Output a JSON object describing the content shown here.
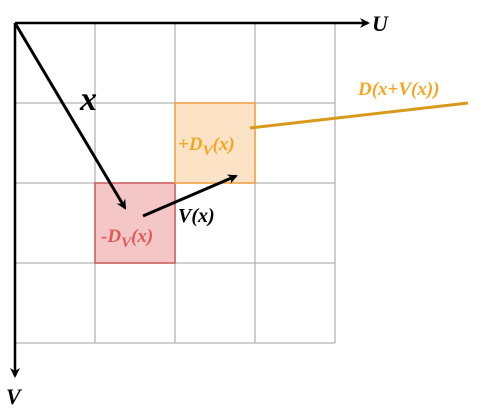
{
  "axes": {
    "u_label": "U",
    "v_label": "V"
  },
  "vectors": {
    "x_label": "x",
    "v_label": "V(x)"
  },
  "cells": {
    "minus": {
      "label_prefix": "-D",
      "label_sub": "V",
      "label_suffix": "(x)",
      "fill": "#f5c6c6",
      "stroke": "#cc5a5a",
      "text_color": "#e05a5a"
    },
    "plus": {
      "label_prefix": "+D",
      "label_sub": "V",
      "label_suffix": "(x)",
      "fill": "#fde3c6",
      "stroke": "#f0a040",
      "text_color": "#f5a623"
    }
  },
  "callout": {
    "label": "D(x+V(x))",
    "color": "#f5a623",
    "line_color": "#d99a1c"
  },
  "grid": {
    "rows": 4,
    "cols": 4,
    "line_color": "#b3b3b3"
  }
}
